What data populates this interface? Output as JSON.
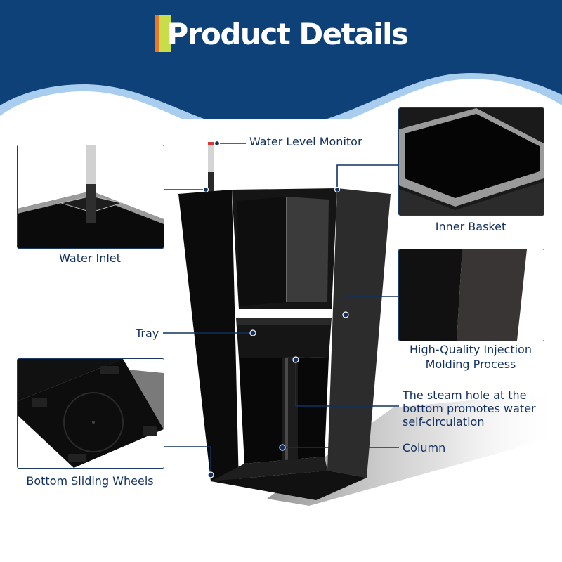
{
  "header": {
    "title": "Product Details",
    "colors": {
      "banner": "#0d4177",
      "wave_light": "#a9cdee",
      "accent_orange": "#e9782a",
      "accent_green": "#c9dd4a",
      "label_text": "#11305f"
    }
  },
  "callouts": {
    "water_level_monitor": "Water Level Monitor",
    "water_inlet": "Water Inlet",
    "inner_basket": "Inner Basket",
    "molding_line1": "High-Quality Injection",
    "molding_line2": "Molding Process",
    "tray": "Tray",
    "steam_line1": "The steam hole at the",
    "steam_line2": "bottom promotes water",
    "steam_line3": "self-circulation",
    "column": "Column",
    "bottom_wheels": "Bottom Sliding Wheels"
  }
}
